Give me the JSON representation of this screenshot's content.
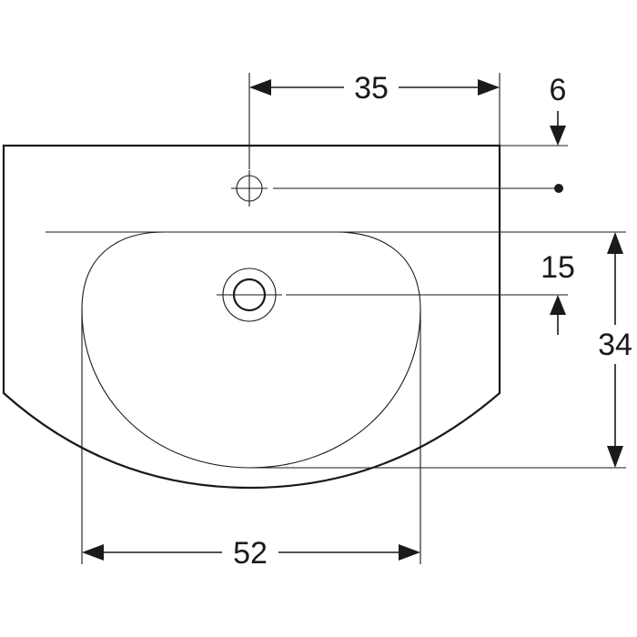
{
  "dimensions": {
    "tap_hole_offset": "35",
    "top_offset": "6",
    "drain_offset": "15",
    "bowl_depth": "34",
    "bowl_width": "52"
  },
  "colors": {
    "line": "#1a1a1a",
    "background": "#ffffff"
  }
}
